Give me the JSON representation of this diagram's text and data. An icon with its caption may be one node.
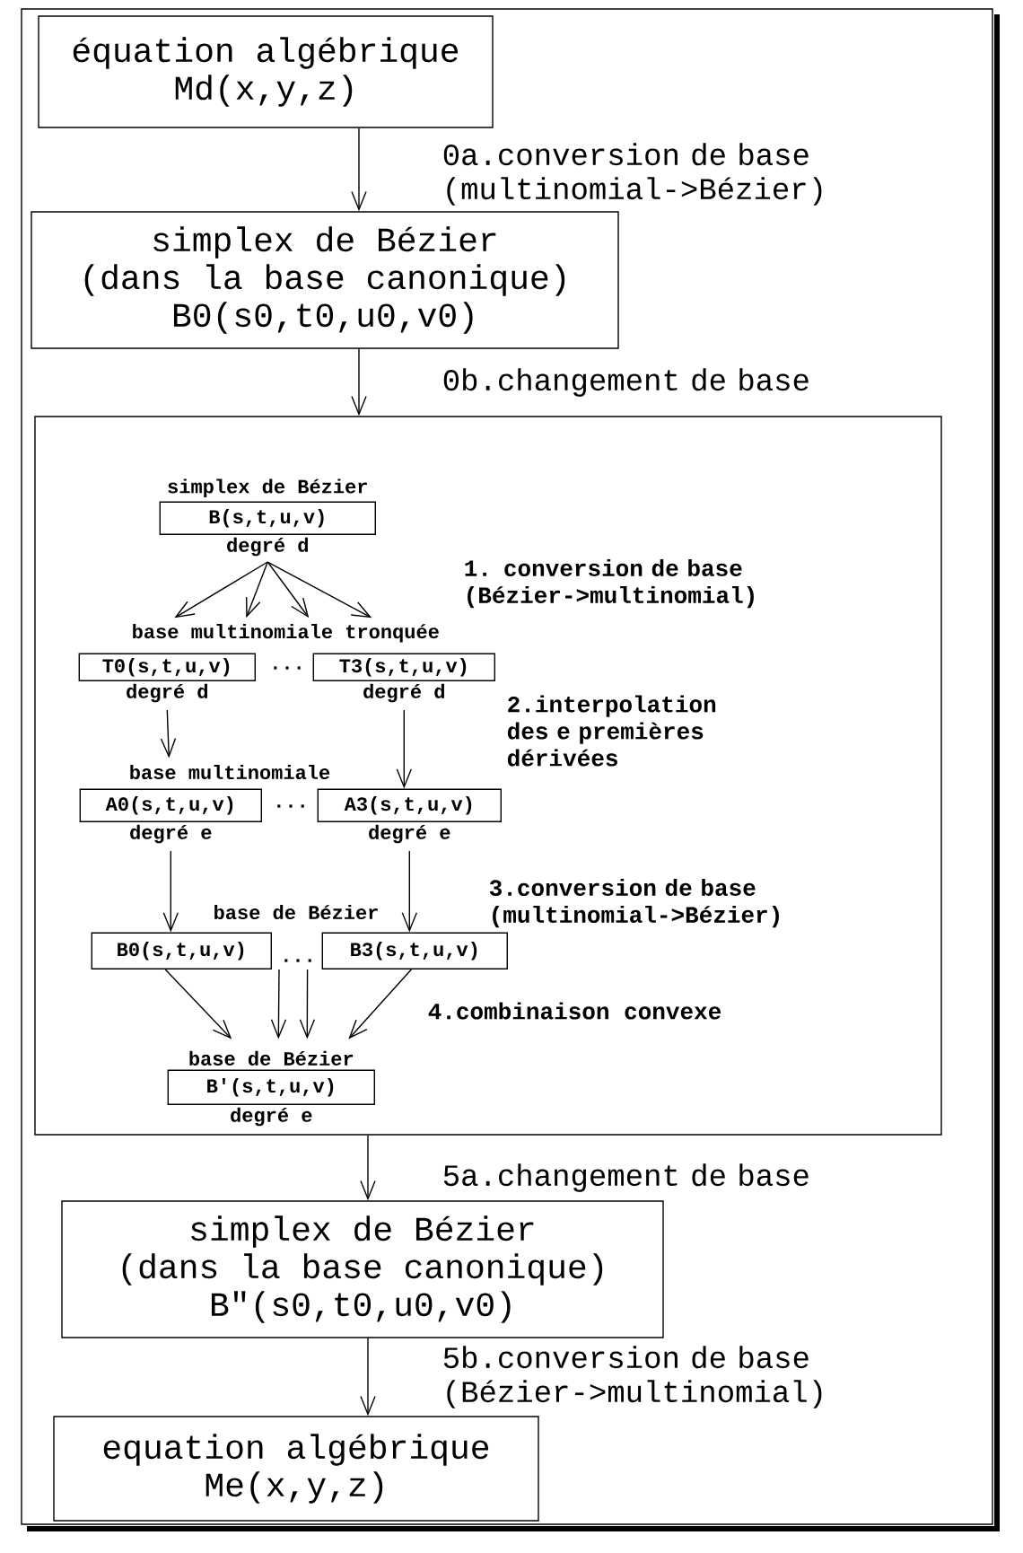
{
  "diagram": {
    "nodes": [
      {
        "text": [
          "équation algébrique",
          "Md(x,y,z)"
        ]
      },
      {
        "text": [
          "simplex de Bézier",
          "(dans la base canonique)",
          "B0(s0,t0,u0,v0)"
        ]
      },
      {
        "text": [],
        "shape": "box"
      },
      {
        "text": [
          "simplex de Bézier",
          "B(s,t,u,v)"
        ],
        "beside": [
          "degré d"
        ],
        "in": 2
      },
      {
        "text": [
          "base multinomiale tronquée"
        ],
        "in": 2
      },
      {
        "text": [
          "T0(s,t,u,v)"
        ],
        "beside": [
          "degré d"
        ],
        "in": 2
      },
      {
        "text": [
          "T3(s,t,u,v)"
        ],
        "beside": [
          "degré d"
        ],
        "in": 2
      },
      {
        "text": [
          "A0(s,t,u,v)"
        ],
        "beside": [
          "degré e"
        ],
        "in": 2
      },
      {
        "text": [
          "A3(s,t,u,v)"
        ],
        "beside": [
          "degré e"
        ],
        "in": 2
      },
      {
        "text": [
          "B0(s,t,u,v)"
        ],
        "in": 2
      },
      {
        "text": [
          "B3(s,t,u,v)"
        ],
        "in": 2
      },
      {
        "text": [
          "base de Bézier",
          "B'(s,t,u,v)"
        ],
        "beside": [
          "degré e"
        ],
        "in": 2
      },
      {
        "text": [
          "simplex de Bézier",
          "(dans la base canonique)",
          "B\"(s0,t0,u0,v0)"
        ]
      },
      {
        "text": [
          "equation algébrique",
          "Me(x,y,z)"
        ]
      }
    ],
    "edges": [
      {
        "from": 0,
        "to": 1,
        "arrow": "to",
        "label": "0a.conversion de base (multinomial->Bézier)"
      },
      {
        "from": 1,
        "to": 2,
        "arrow": "to",
        "label": "0b.changement de base"
      },
      {
        "from": 3,
        "to": 4,
        "arrow": "to"
      },
      {
        "from": 3,
        "to": 4,
        "arrow": "to"
      },
      {
        "from": 3,
        "to": 4,
        "arrow": "to"
      },
      {
        "from": 3,
        "to": 4,
        "arrow": "to"
      },
      {
        "from": 5,
        "to": 7,
        "arrow": "to"
      },
      {
        "from": 6,
        "to": 8,
        "arrow": "to"
      },
      {
        "from": 7,
        "to": 9,
        "arrow": "to"
      },
      {
        "from": 8,
        "to": 10,
        "arrow": "to"
      },
      {
        "from": 9,
        "to": 11,
        "arrow": "to"
      },
      {
        "from": 9,
        "to": 11,
        "arrow": "to"
      },
      {
        "from": 10,
        "to": 11,
        "arrow": "to"
      },
      {
        "from": 10,
        "to": 11,
        "arrow": "to"
      },
      {
        "from": 2,
        "to": 12,
        "arrow": "to",
        "label": "5a.changement de base"
      },
      {
        "from": 12,
        "to": 13,
        "arrow": "to",
        "label": "5b.conversion de base (Bézier->multinomial)"
      }
    ],
    "labels": [
      "1. conversion de base (Bézier->multinomial)",
      "...",
      "2.interpolation des e premières dérivées",
      "base multinomiale",
      "...",
      "3.conversion de base (multinomial->Bézier)",
      "base de Bézier",
      "...",
      "4.combinaison convexe"
    ]
  }
}
